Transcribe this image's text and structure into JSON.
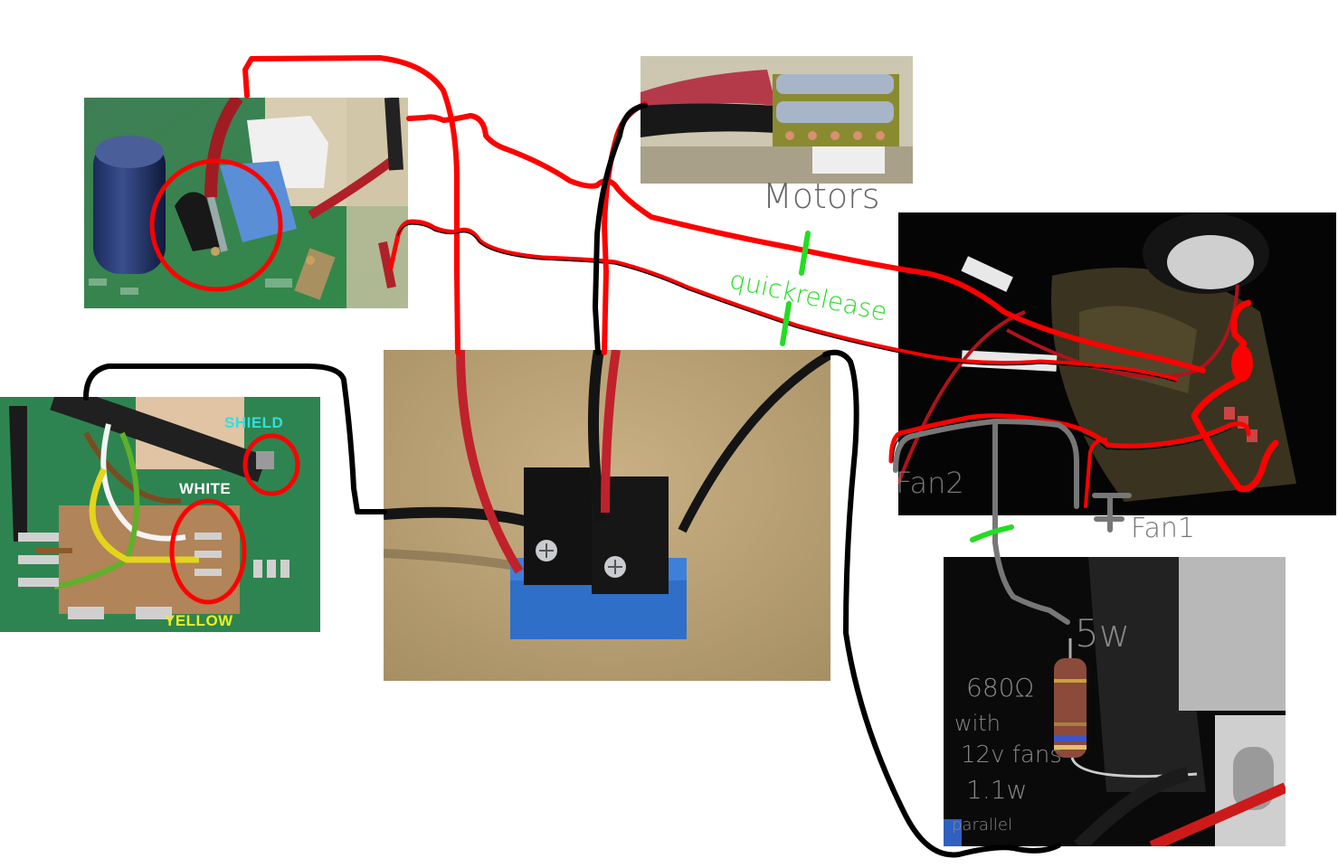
{
  "diagram": {
    "title": "Fan and motor wiring with quick release connector",
    "photos": [
      {
        "id": "mainboard-power-tap",
        "caption": ""
      },
      {
        "id": "motor-connector-board",
        "caption": "Motors"
      },
      {
        "id": "terminal-block",
        "caption": ""
      },
      {
        "id": "fan-housing",
        "caption": ""
      },
      {
        "id": "usb-cable-solder",
        "caption": ""
      },
      {
        "id": "resistor-fan-mount",
        "caption": ""
      }
    ],
    "labels": {
      "motors": "Motors",
      "quick_release": "quickrelease",
      "fan1": "Fan1",
      "fan2": "Fan2",
      "power_rating": "5w",
      "resistor_value": "680Ω",
      "resistor_note_1": "with",
      "resistor_note_2": "12v fans",
      "resistor_note_3": "1.1w",
      "resistor_note_4": "parallel"
    },
    "pcb_wire_labels": {
      "shield": "SHIELD",
      "white": "WHITE",
      "yellow": "YELLOW"
    },
    "colors": {
      "positive_wire": "#ff0000",
      "ground_wire": "#000000",
      "quick_release_marker": "#22dd22",
      "fan_wire": "#777777",
      "shield_label": "#33dddd",
      "white_label": "#ffffff",
      "yellow_label": "#eeee22"
    }
  }
}
